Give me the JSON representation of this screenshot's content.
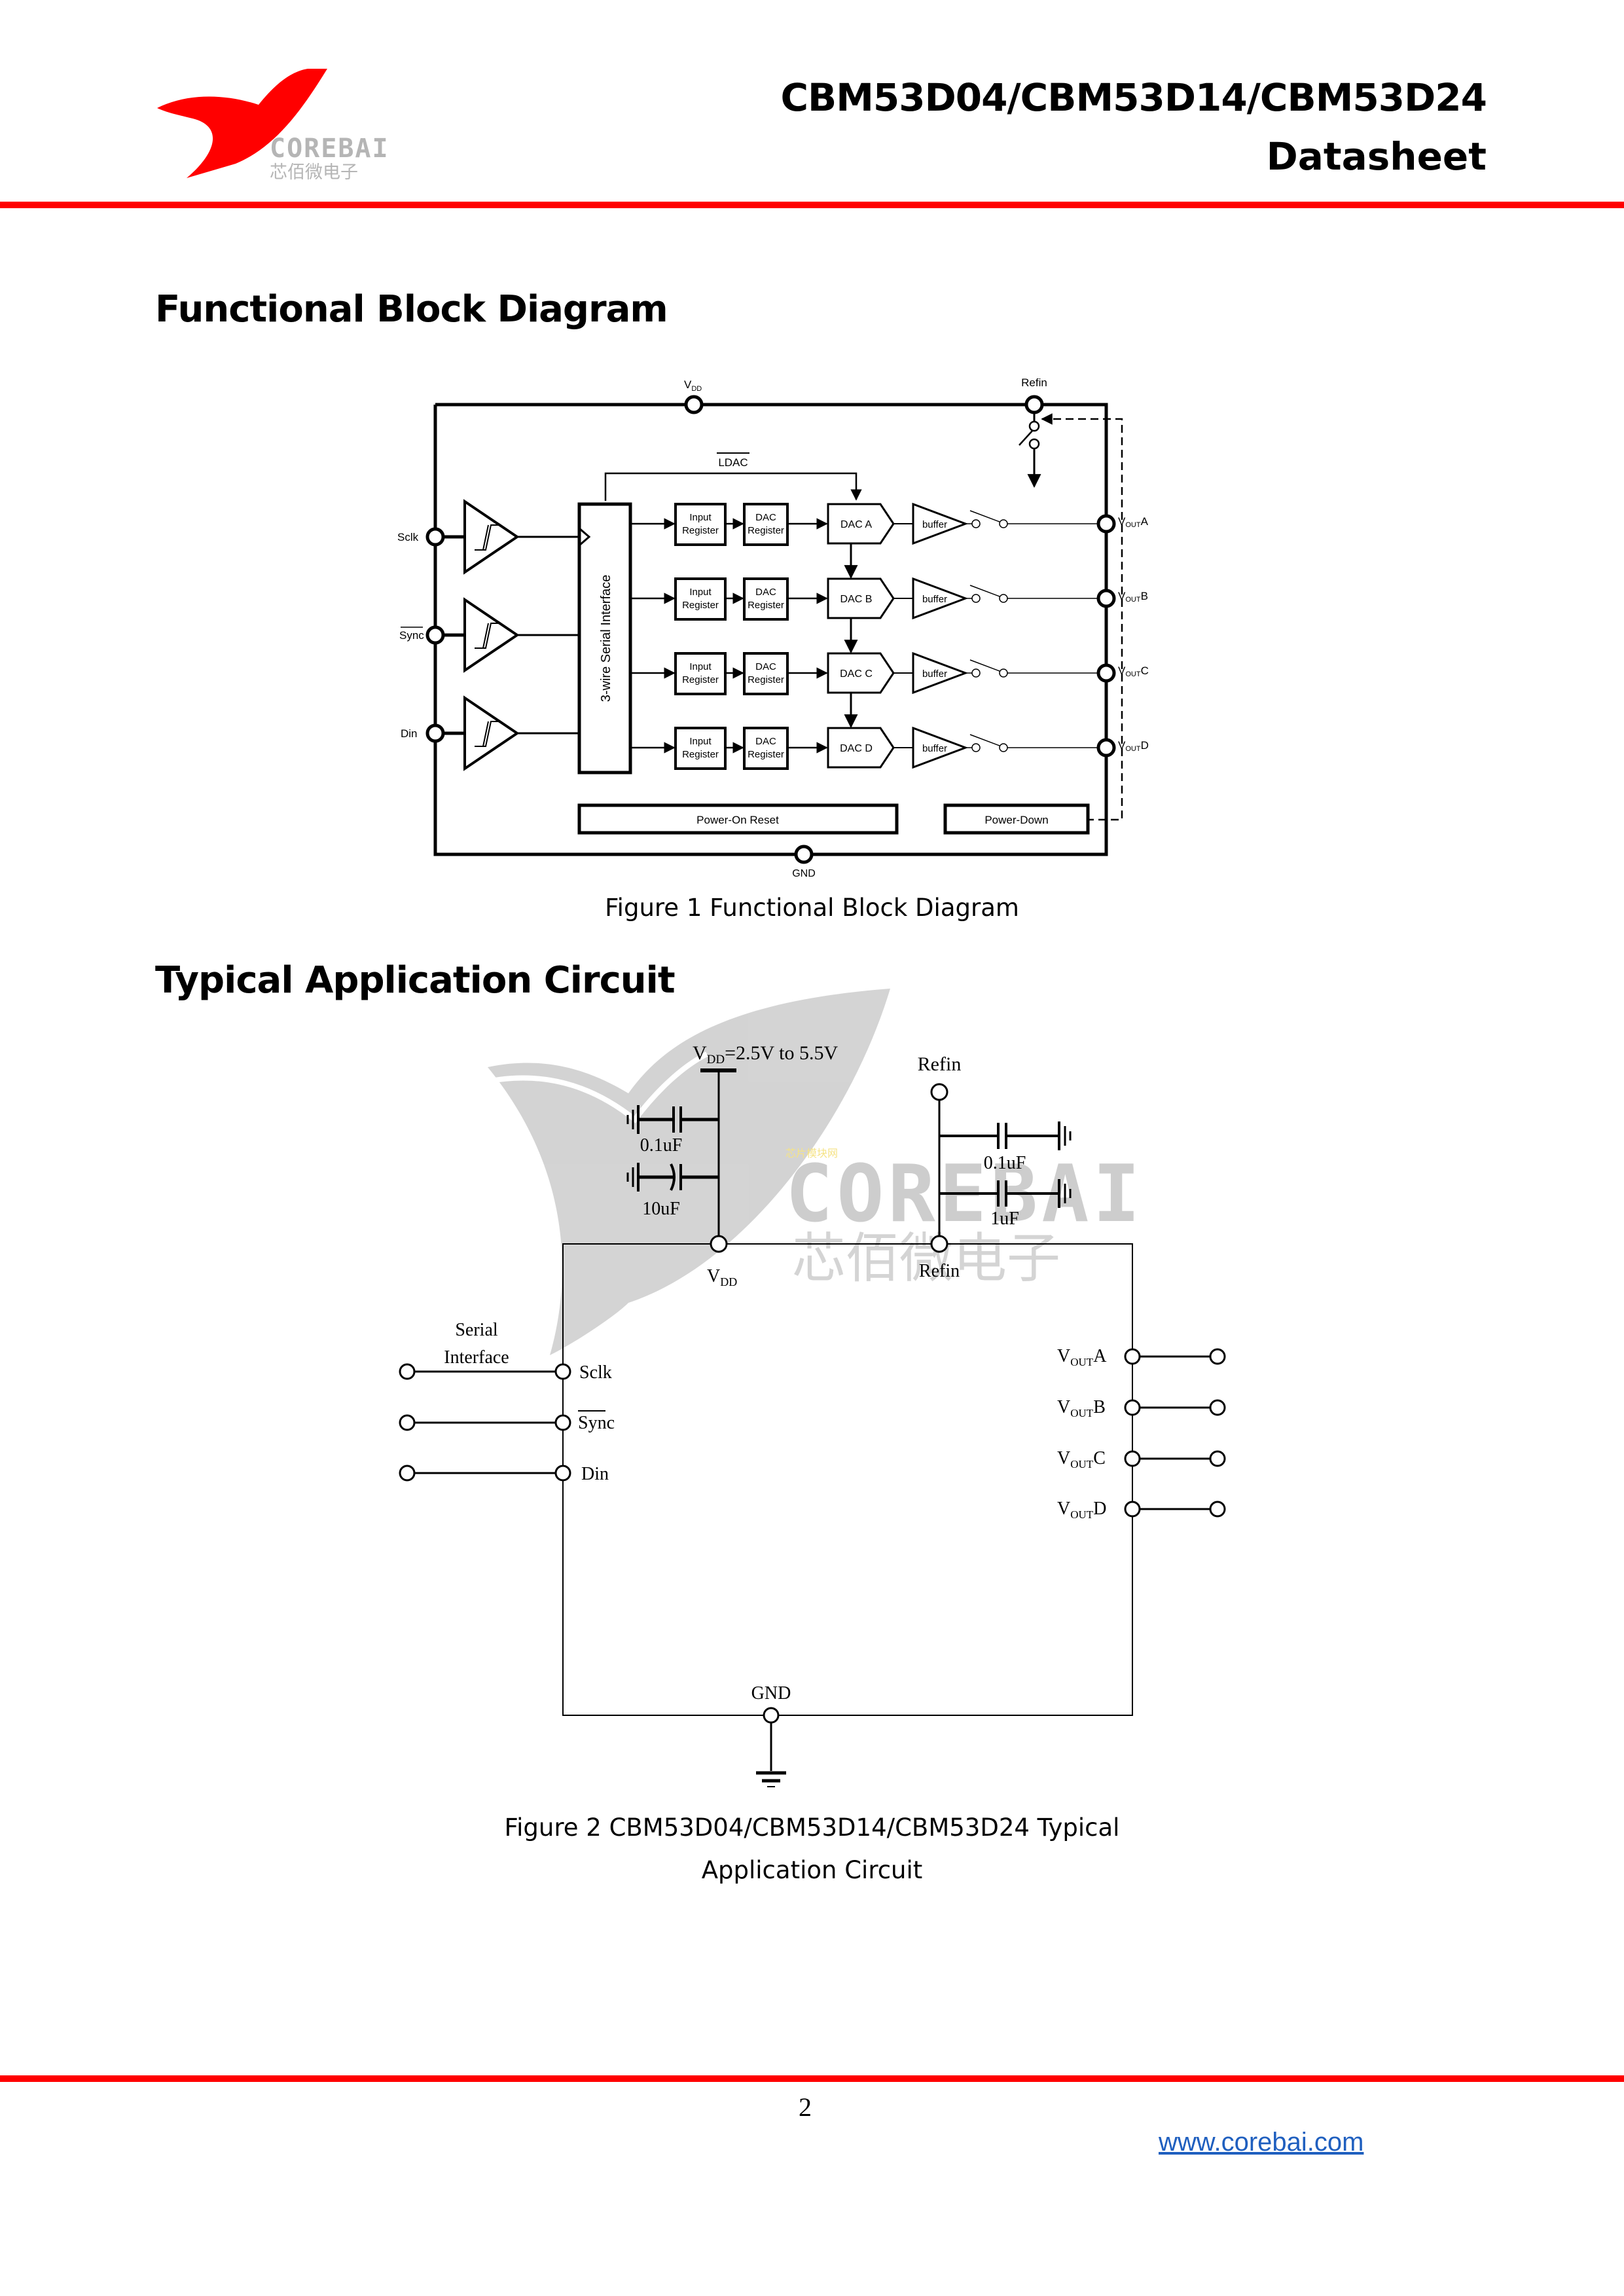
{
  "header": {
    "logo": {
      "brand": "COREBAI",
      "brand_cn": "芯佰微电子",
      "icon": "bird-logo-icon",
      "brand_color": "#ff0000",
      "text_color": "#b0b0b0"
    },
    "title": "CBM53D04/CBM53D14/CBM53D24",
    "subtitle": "Datasheet",
    "rule_color": "#ff0000"
  },
  "sections": {
    "block_diagram": {
      "heading": "Functional Block Diagram",
      "caption": "Figure 1 Functional Block Diagram",
      "labels": {
        "vdd": "V",
        "vdd_sub": "DD",
        "refin": "Refin",
        "ldac": "LDAC",
        "gnd": "GND",
        "sclk": "Sclk",
        "sync": "Sync",
        "din": "Din",
        "serial_interface": "3-wire Serial Interface",
        "power_on_reset": "Power-On Reset",
        "power_down": "Power-Down"
      },
      "channels": [
        {
          "input_reg": [
            "Input",
            "Register"
          ],
          "dac_reg": [
            "DAC",
            "Register"
          ],
          "dac": "DAC A",
          "buffer": "buffer",
          "vout": "V",
          "vout_sub": "OUT",
          "vout_suffix": "A"
        },
        {
          "input_reg": [
            "Input",
            "Register"
          ],
          "dac_reg": [
            "DAC",
            "Register"
          ],
          "dac": "DAC B",
          "buffer": "buffer",
          "vout": "V",
          "vout_sub": "OUT",
          "vout_suffix": "B"
        },
        {
          "input_reg": [
            "Input",
            "Register"
          ],
          "dac_reg": [
            "DAC",
            "Register"
          ],
          "dac": "DAC C",
          "buffer": "buffer",
          "vout": "V",
          "vout_sub": "OUT",
          "vout_suffix": "C"
        },
        {
          "input_reg": [
            "Input",
            "Register"
          ],
          "dac_reg": [
            "DAC",
            "Register"
          ],
          "dac": "DAC D",
          "buffer": "buffer",
          "vout": "V",
          "vout_sub": "OUT",
          "vout_suffix": "D"
        }
      ]
    },
    "app_circuit": {
      "heading": "Typical Application Circuit",
      "caption_line1": "Figure 2 CBM53D04/CBM53D14/CBM53D24 Typical",
      "caption_line2": "Application Circuit",
      "labels": {
        "vdd_supply": "=2.5V to 5.5V",
        "vdd_v": "V",
        "vdd_sub": "DD",
        "refin_top": "Refin",
        "refin_pin": "Refin",
        "cap_vdd_1": "0.1uF",
        "cap_vdd_2": "10uF",
        "cap_ref_1": "0.1uF",
        "cap_ref_2": "1uF",
        "serial_interface_1": "Serial",
        "serial_interface_2": "Interface",
        "sclk": "Sclk",
        "sync": "Sync",
        "din": "Din",
        "gnd": "GND",
        "watermark_brand": "COREBAI",
        "watermark_cn": "芯佰微电子",
        "watermark_small": "芯片模块网"
      },
      "outputs": [
        {
          "v": "V",
          "sub": "OUT",
          "suffix": "A"
        },
        {
          "v": "V",
          "sub": "OUT",
          "suffix": "B"
        },
        {
          "v": "V",
          "sub": "OUT",
          "suffix": "C"
        },
        {
          "v": "V",
          "sub": "OUT",
          "suffix": "D"
        }
      ]
    }
  },
  "footer": {
    "page_number": "2",
    "url": "www.corebai.com",
    "link_color": "#1f5fbf"
  }
}
